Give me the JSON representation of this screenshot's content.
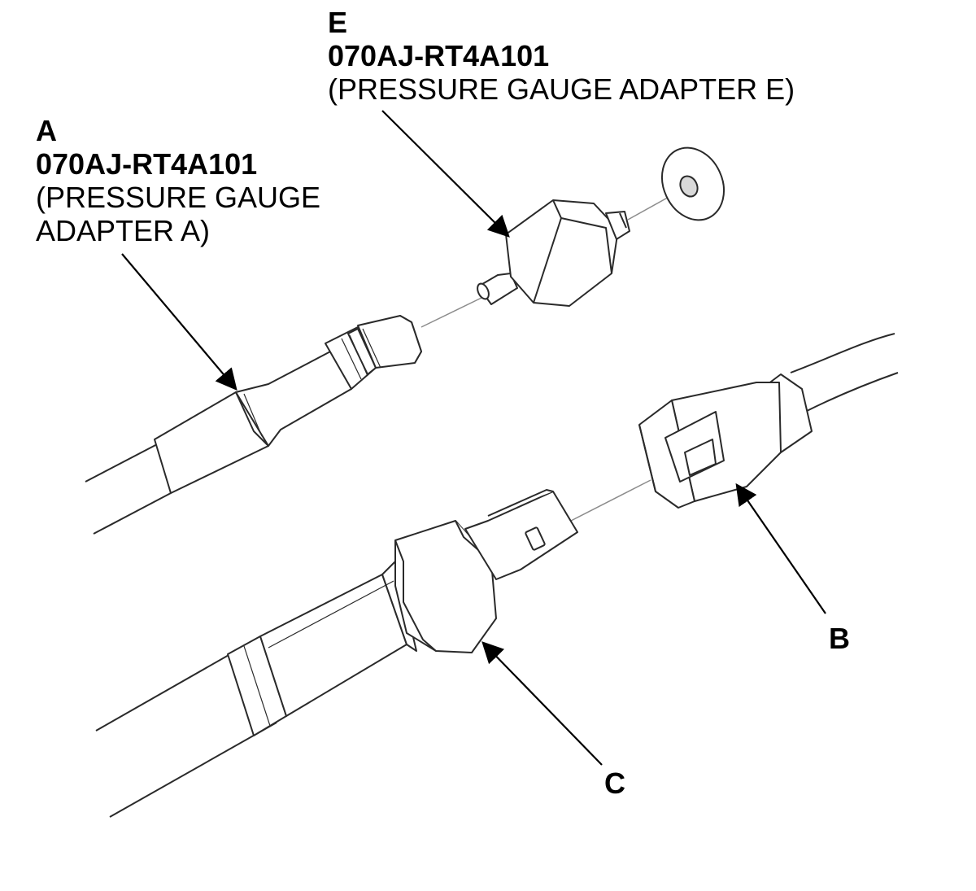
{
  "callouts": {
    "e": {
      "letter": "E",
      "part_number": "070AJ-RT4A101",
      "description": "(PRESSURE GAUGE ADAPTER E)"
    },
    "a": {
      "letter": "A",
      "part_number": "070AJ-RT4A101",
      "description_line1": "(PRESSURE GAUGE",
      "description_line2": "ADAPTER A)"
    },
    "b": {
      "letter": "B"
    },
    "c": {
      "letter": "C"
    }
  },
  "parts": [
    "pressure-gauge-adapter-e-icon",
    "sealing-washer-icon",
    "pressure-gauge-adapter-a-icon",
    "pressure-switch-icon",
    "connector-icon"
  ],
  "colors": {
    "ink": "#000000",
    "outline": "#2a2a2a",
    "guide": "#8c8c8c",
    "paper": "#ffffff"
  }
}
